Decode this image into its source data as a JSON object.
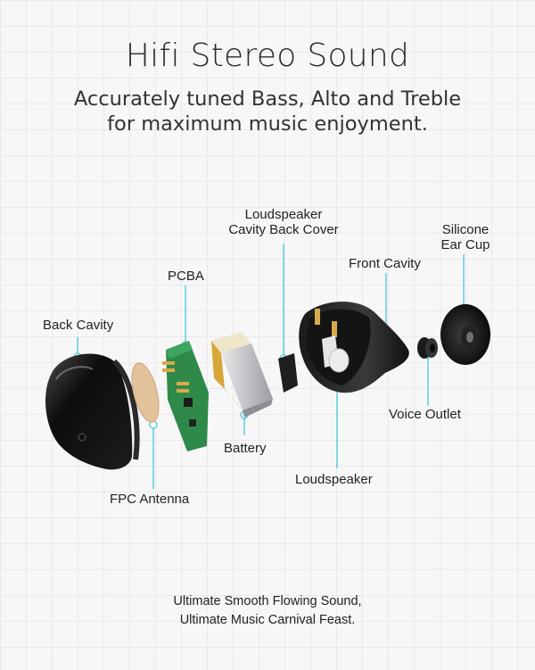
{
  "header": {
    "title": "Hifi Stereo Sound",
    "subtitle_line1": "Accurately tuned Bass, Alto and Treble",
    "subtitle_line2": "for maximum music enjoyment."
  },
  "labels": {
    "back_cavity": "Back Cavity",
    "pcba": "PCBA",
    "cavity_back_cover_line1": "Loudspeaker",
    "cavity_back_cover_line2": "Cavity Back Cover",
    "front_cavity": "Front Cavity",
    "ear_cup_line1": "Silicone",
    "ear_cup_line2": "Ear Cup",
    "voice_outlet": "Voice Outlet",
    "battery": "Battery",
    "loudspeaker": "Loudspeaker",
    "fpc_antenna": "FPC Antenna"
  },
  "footer": {
    "line1": "Ultimate Smooth Flowing Sound,",
    "line2": "Ultimate Music Carnival Feast."
  },
  "colors": {
    "pointer": "#48c6dc",
    "shell": "#111111",
    "pcb": "#2f8a4a",
    "gold": "#d9a94a",
    "battery_top": "#d9a63a"
  }
}
